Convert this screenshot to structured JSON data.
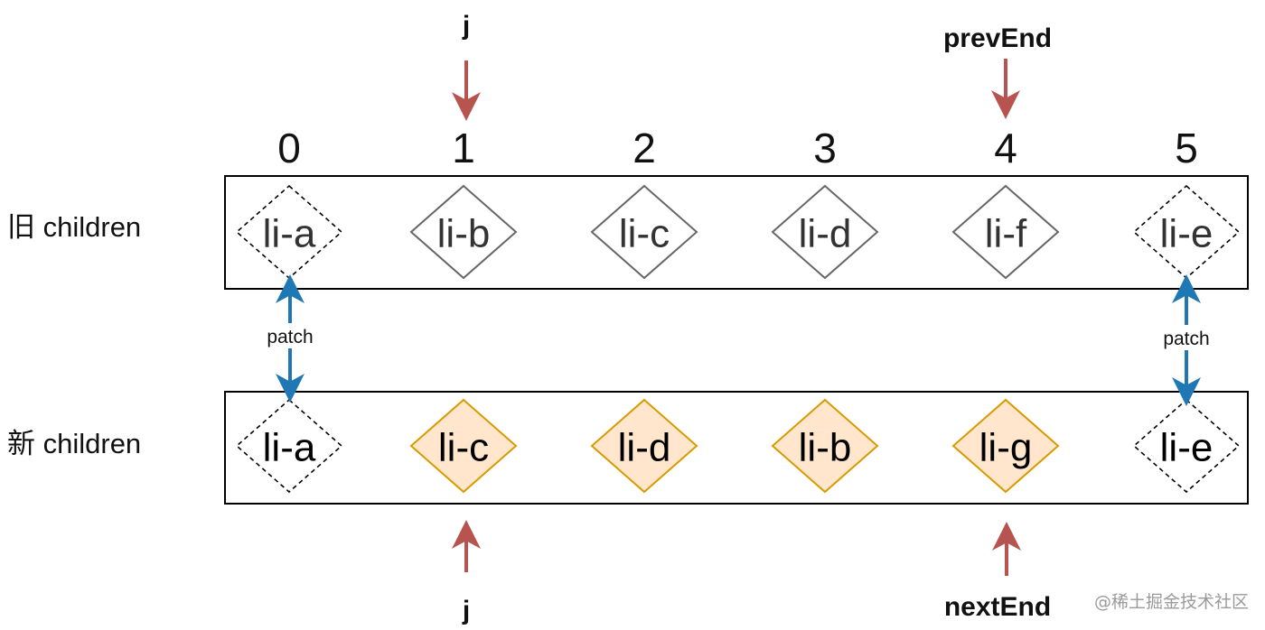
{
  "indices": [
    "0",
    "1",
    "2",
    "3",
    "4",
    "5"
  ],
  "old_row": {
    "label": "旧 children",
    "nodes": [
      {
        "label": "li-a",
        "style": "dashed"
      },
      {
        "label": "li-b",
        "style": "solid"
      },
      {
        "label": "li-c",
        "style": "solid"
      },
      {
        "label": "li-d",
        "style": "solid"
      },
      {
        "label": "li-f",
        "style": "solid"
      },
      {
        "label": "li-e",
        "style": "dashed"
      }
    ]
  },
  "new_row": {
    "label": "新 children",
    "nodes": [
      {
        "label": "li-a",
        "style": "dashed"
      },
      {
        "label": "li-c",
        "style": "filled"
      },
      {
        "label": "li-d",
        "style": "filled"
      },
      {
        "label": "li-b",
        "style": "filled"
      },
      {
        "label": "li-g",
        "style": "filled"
      },
      {
        "label": "li-e",
        "style": "dashed"
      }
    ]
  },
  "pointers": {
    "old_j": "j",
    "prev_end": "prevEnd",
    "new_j": "j",
    "next_end": "nextEnd"
  },
  "patch_links": [
    {
      "label": "patch"
    },
    {
      "label": "patch"
    }
  ],
  "watermark": "@稀土掘金技术社区",
  "colors": {
    "pointer_arrow": "#b85450",
    "patch_arrow": "#1f78b4",
    "filled_node_fill": "#ffe6cc",
    "filled_node_stroke": "#d79b00",
    "solid_node_stroke": "#666666",
    "old_node_text": "#333333",
    "new_node_text": "#000000",
    "row_box_stroke": "#000000",
    "watermark": "#9a9a9a"
  }
}
